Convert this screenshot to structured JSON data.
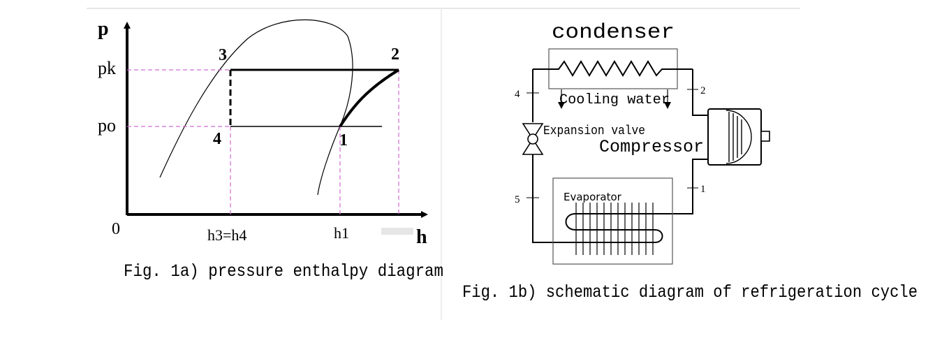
{
  "figure_a": {
    "caption": "Fig. 1a) pressure enthalpy diagram",
    "axis_p": "p",
    "axis_h": "h",
    "origin": "0",
    "pk": "pk",
    "po": "po",
    "h34": "h3=h4",
    "h1": "h1",
    "pt1": "1",
    "pt2": "2",
    "pt3": "3",
    "pt4": "4"
  },
  "figure_b": {
    "caption": "Fig. 1b) schematic diagram of refrigeration cycle",
    "condenser": "condenser",
    "cooling_water": "Cooling water",
    "expansion_valve": "Expansion valve",
    "compressor": "Compressor",
    "evaporator": "Evaporator",
    "n1": "1",
    "n2": "2",
    "n4": "4",
    "n5": "5"
  },
  "colors": {
    "line": "#000000",
    "guide": "#d16bd3"
  }
}
